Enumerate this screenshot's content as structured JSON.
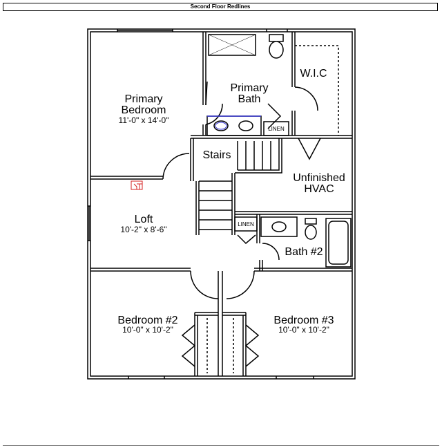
{
  "header": {
    "title": "Second Floor Redlines"
  },
  "rooms": {
    "primary_bedroom": {
      "name_line1": "Primary",
      "name_line2": "Bedroom",
      "dimensions": "11'-0\" x 14'-0\""
    },
    "primary_bath": {
      "name_line1": "Primary",
      "name_line2": "Bath"
    },
    "wic": {
      "name": "W.I.C"
    },
    "linen_upper": {
      "name": "LINEN"
    },
    "stairs": {
      "name": "Stairs"
    },
    "unfinished_hvac": {
      "name_line1": "Unfinished",
      "name_line2": "HVAC"
    },
    "loft": {
      "name": "Loft",
      "dimensions": "10'-2\" x 8'-6\""
    },
    "linen_lower": {
      "name": "LINEN"
    },
    "bath2": {
      "name": "Bath #2"
    },
    "bedroom2": {
      "name": "Bedroom #2",
      "dimensions": "10'-0\" x 10'-2\""
    },
    "bedroom3": {
      "name": "Bedroom #3",
      "dimensions": "10'-0\" x 10'-2\""
    }
  },
  "markers": {
    "redline_symbol_color": "#d42020",
    "sink_highlight_color": "#3a3ad8"
  }
}
